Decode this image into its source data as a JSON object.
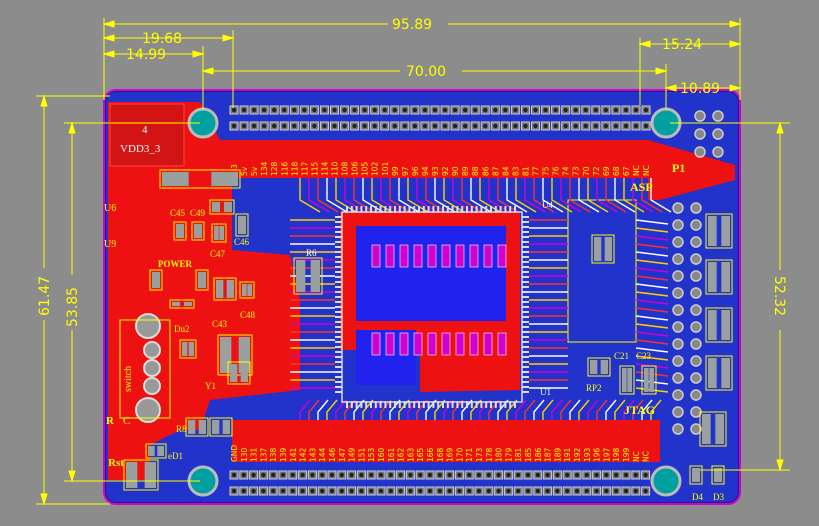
{
  "dimensions": {
    "total_width": "95.89",
    "left_to_header_hole": "19.68",
    "left_to_left_hole": "14.99",
    "header_span": "70.00",
    "right_hole_offset": "15.24",
    "right_edge_offset": "10.89",
    "total_height": "61.47",
    "hole_span_left": "53.85",
    "hole_span_right": "52.32"
  },
  "labels": {
    "vdd_pin": "4",
    "vdd_name": "VDD3_3",
    "u6": "U6",
    "u9": "U9",
    "c45": "C45",
    "c49": "C49",
    "c46": "C46",
    "c47": "C47",
    "power": "POWER",
    "c48": "C48",
    "c43": "C43",
    "du2": "Du2",
    "switch": "switch",
    "y1": "Y1",
    "r6": "R6",
    "u4": "U4",
    "u1": "U1",
    "asp": "ASP",
    "p1": "P1",
    "jtag": "JTAG",
    "rp2": "RP2",
    "c21": "C21",
    "c23": "C23",
    "r": "R",
    "c": "C",
    "r8": "R8",
    "d1": "eD1",
    "rst": "Rst",
    "d4": "D4",
    "d3": "D3"
  },
  "top_header_labels": [
    "3.3",
    "5v",
    "5v",
    "134",
    "128",
    "116",
    "118",
    "117",
    "115",
    "114",
    "110",
    "108",
    "106",
    "105",
    "102",
    "101",
    "99",
    "97",
    "96",
    "94",
    "93",
    "92",
    "90",
    "89",
    "88",
    "86",
    "87",
    "84",
    "83",
    "81",
    "77",
    "75",
    "76",
    "74",
    "73",
    "70",
    "72",
    "69",
    "68",
    "67",
    "NC",
    "NC"
  ],
  "bottom_header_labels": [
    "GND",
    "130",
    "131",
    "137",
    "138",
    "139",
    "141",
    "142",
    "143",
    "144",
    "146",
    "147",
    "149",
    "151",
    "153",
    "160",
    "161",
    "162",
    "163",
    "165",
    "166",
    "168",
    "169",
    "170",
    "171",
    "173",
    "178",
    "180",
    "179",
    "181",
    "185",
    "186",
    "187",
    "189",
    "191",
    "192",
    "193",
    "196",
    "197",
    "198",
    "199",
    "NC",
    "NC"
  ]
}
